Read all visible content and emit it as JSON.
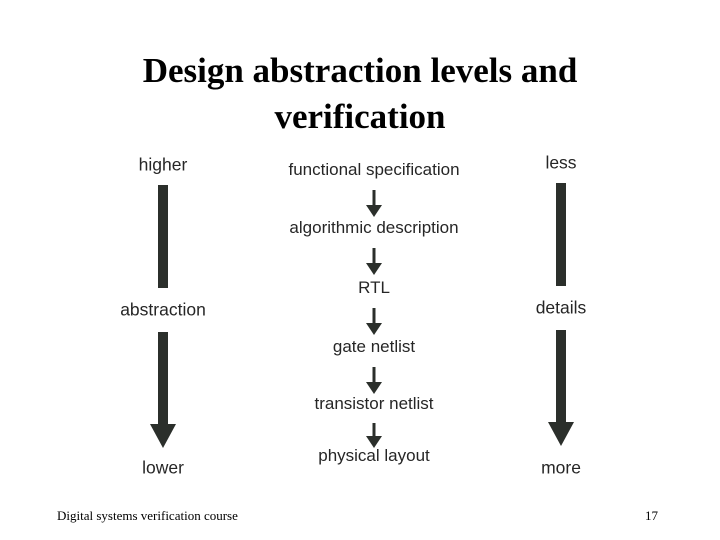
{
  "slide": {
    "title": "Design abstraction levels and verification",
    "background_color": "#ffffff",
    "text_color": "#262626",
    "arrow_color": "#2b2f2b"
  },
  "left_axis": {
    "top_label": "higher",
    "axis_label": "abstraction",
    "bottom_label": "lower",
    "direction": "down"
  },
  "right_axis": {
    "top_label": "less",
    "axis_label": "details",
    "bottom_label": "more",
    "direction": "down"
  },
  "flow": {
    "steps": [
      {
        "label": "functional specification"
      },
      {
        "label": "algorithmic description"
      },
      {
        "label": "RTL"
      },
      {
        "label": "gate netlist"
      },
      {
        "label": "transistor netlist"
      },
      {
        "label": "physical layout"
      }
    ]
  },
  "footer": {
    "course": "Digital systems verification course",
    "page_number": "17"
  }
}
